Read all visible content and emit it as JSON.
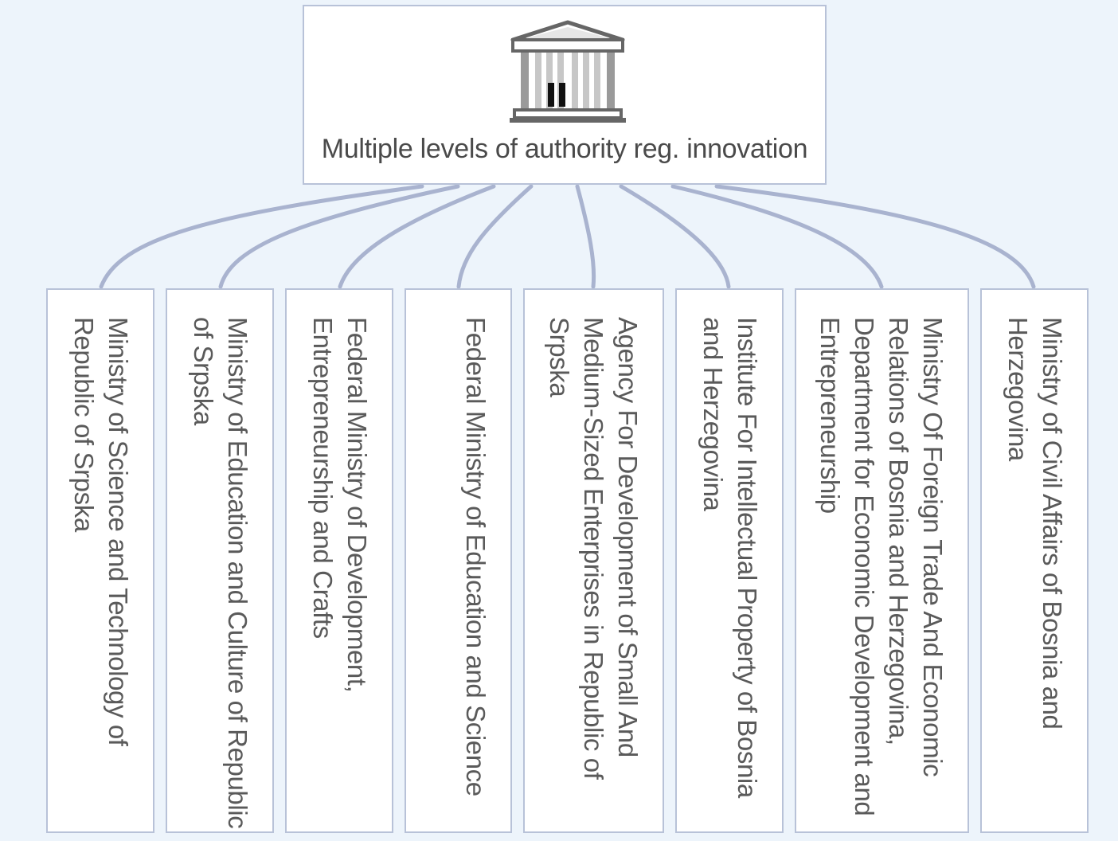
{
  "root": {
    "label": "Multiple levels of authority reg. innovation",
    "icon": "government-building-icon"
  },
  "children": [
    {
      "label": "Ministry of Science and Technology of Republic of Srpska"
    },
    {
      "label": "Ministry of Education and Culture of Republic of Srpska"
    },
    {
      "label": "Federal Ministry of Development, Entrepreneurship and Crafts"
    },
    {
      "label": "Federal Ministry of Education and Science"
    },
    {
      "label": "Agency For Development of Small And Medium-Sized Enterprises in Republic of Srpska"
    },
    {
      "label": "Institute For Intellectual Property of Bosnia and Herzegovina"
    },
    {
      "label": "Ministry Of Foreign Trade And Economic Relations of Bosnia and Herzegovina, Department for Economic Development and Entrepreneurship"
    },
    {
      "label": "Ministry of Civil Affairs of Bosnia and Herzegovina"
    }
  ],
  "colors": {
    "background": "#edf4fb",
    "connector": "#a9b3cf",
    "border": "#b8c2d8",
    "text": "#4a4a4a"
  }
}
